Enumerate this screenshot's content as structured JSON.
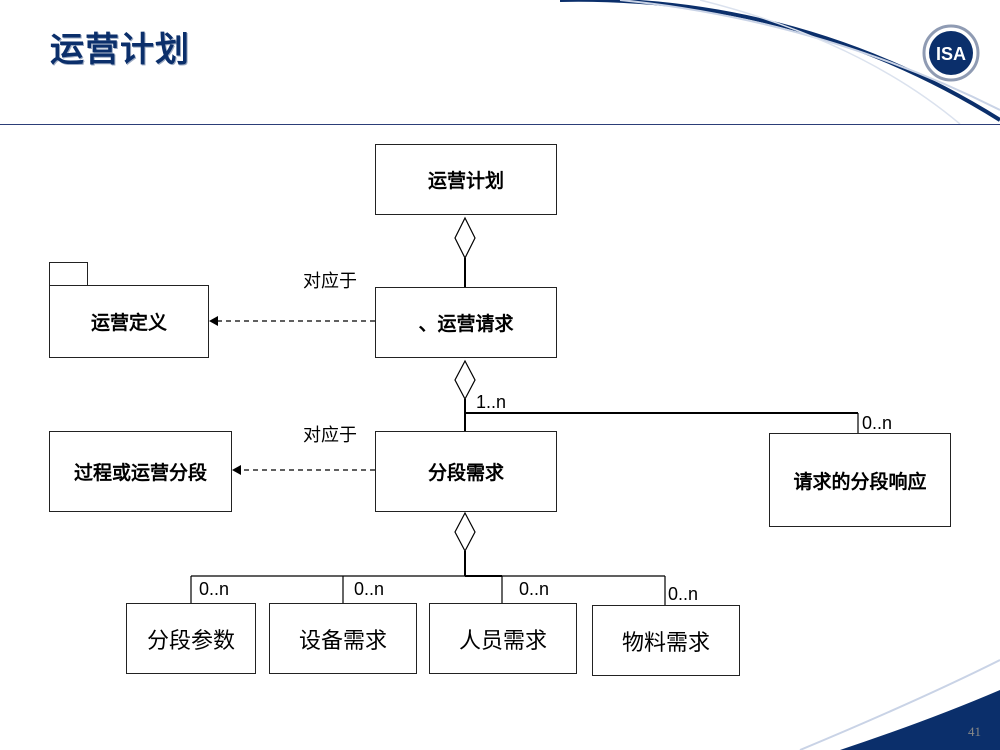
{
  "slide": {
    "title": "运营计划",
    "page_number": "41"
  },
  "logo": {
    "text": "ISA"
  },
  "boxes": {
    "ops_plan": "运营计划",
    "ops_request": "、运营请求",
    "ops_definition": "运营定义",
    "segment_requirement": "分段需求",
    "process_segment": "过程或运营分段",
    "segment_response": "请求的分段响应",
    "segment_parameter": "分段参数",
    "equipment_requirement": "设备需求",
    "personnel_requirement": "人员需求",
    "material_requirement": "物料需求"
  },
  "relations": {
    "corresponds_to_1": "对应于",
    "corresponds_to_2": "对应于"
  },
  "multiplicities": {
    "request_to_segment": "1..n",
    "request_to_response": "0..n",
    "param": "0..n",
    "equipment": "0..n",
    "personnel": "0..n",
    "material": "0..n"
  },
  "colors": {
    "title": "#0b2f6b",
    "accent_dark": "#0b2f6b",
    "accent_light": "#c9d3e6"
  }
}
